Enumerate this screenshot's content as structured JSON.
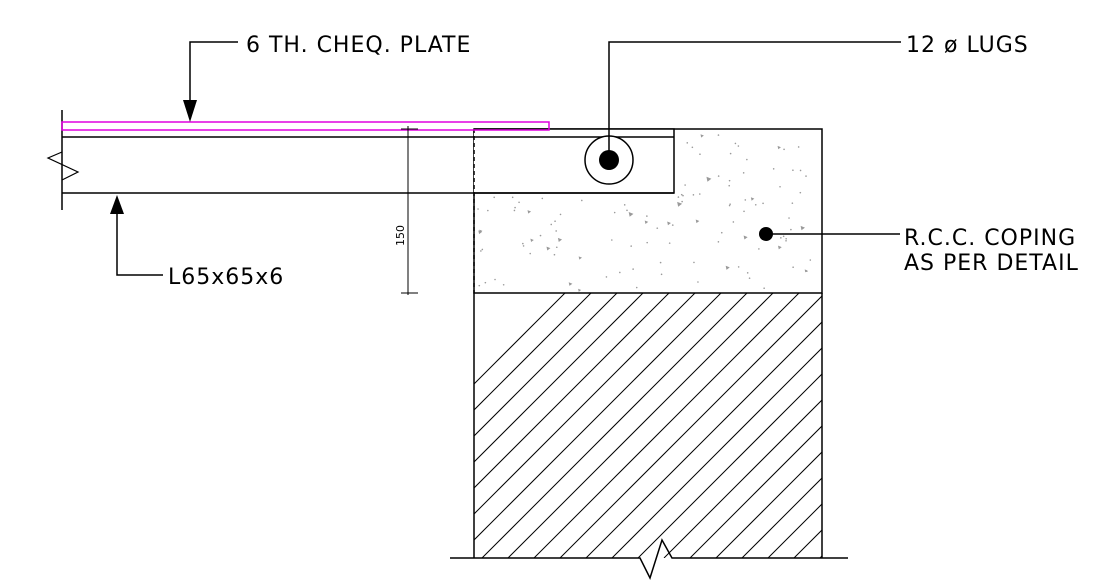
{
  "labels": {
    "cheq_plate": "6 TH. CHEQ. PLATE",
    "lugs": "12 ø LUGS",
    "angle": "L65x65x6",
    "coping_line1": "R.C.C. COPING",
    "coping_line2": "AS PER DETAIL",
    "dimension": "150"
  },
  "colors": {
    "line": "#000000",
    "plate": "#e000e0",
    "concrete_speckle": "#9a9a9a",
    "background": "#ffffff"
  }
}
